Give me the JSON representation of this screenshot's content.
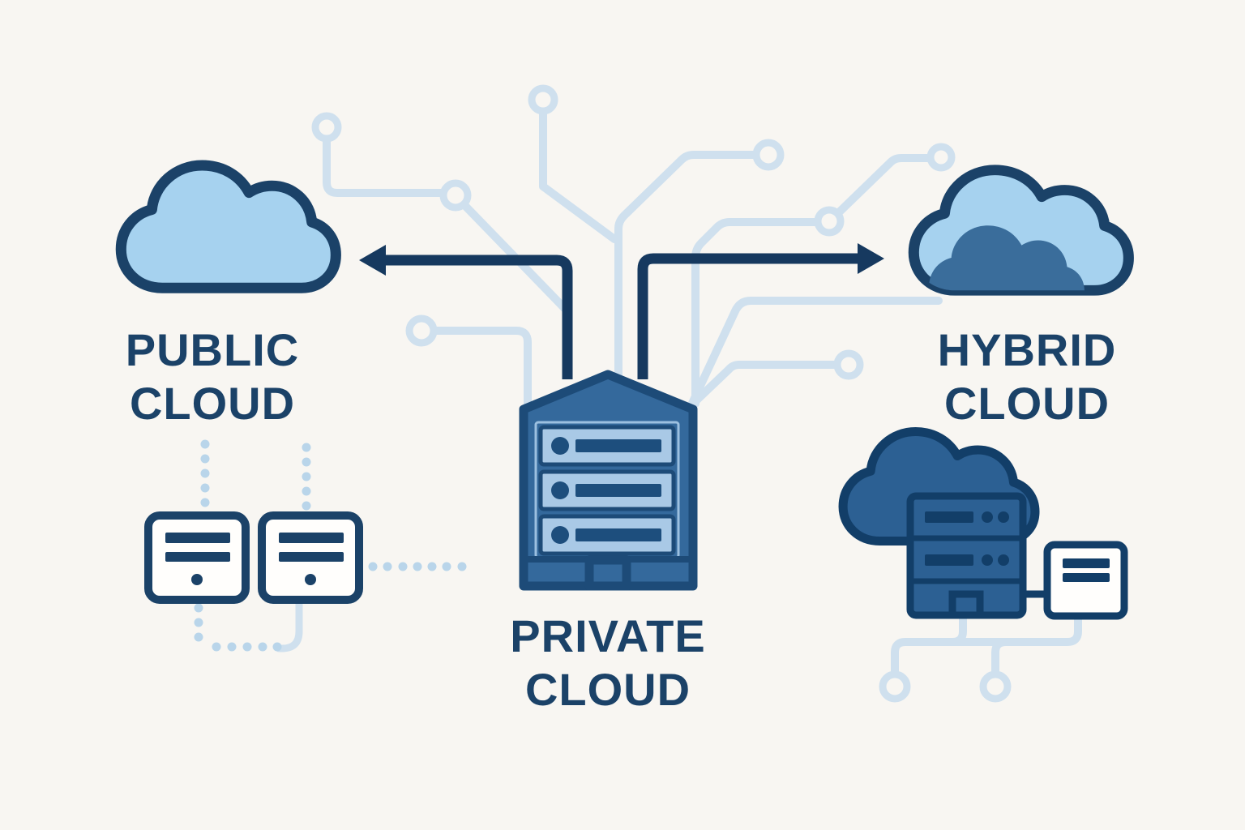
{
  "diagram": {
    "title_implicit": "Cloud deployment models diagram",
    "labels": {
      "public": {
        "line1": "PUBLIC",
        "line2": "CLOUD"
      },
      "private": {
        "line1": "PRIVATE",
        "line2": "CLOUD"
      },
      "hybrid": {
        "line1": "HYBRID",
        "line2": "CLOUD"
      }
    },
    "icons": [
      "public-cloud-icon",
      "private-cloud-server-building-icon",
      "hybrid-cloud-icon",
      "server-card-icon-1",
      "server-card-icon-2",
      "cloud-server-rack-icon",
      "document-card-icon",
      "left-arrow-icon",
      "right-arrow-icon",
      "circuit-trace-decoration",
      "dotted-connector-decoration"
    ],
    "palette": {
      "bg": "#f8f6f2",
      "navy": "#1b4268",
      "navydeep": "#123e68",
      "arrow": "#16395f",
      "bluemid": "#34699c",
      "bluemid2": "#2c6093",
      "bldborder": "#1d4b78",
      "cloudfill": "#a6d2ef",
      "cloudinner": "#3a6d9b",
      "rowblue": "#a9c9e6",
      "rowink": "#1d4e7d",
      "rowframe": "#9cc0e0",
      "cardfill": "#fffefc",
      "trace": "#cfe0ee",
      "dotc": "#b9d5ea"
    }
  }
}
